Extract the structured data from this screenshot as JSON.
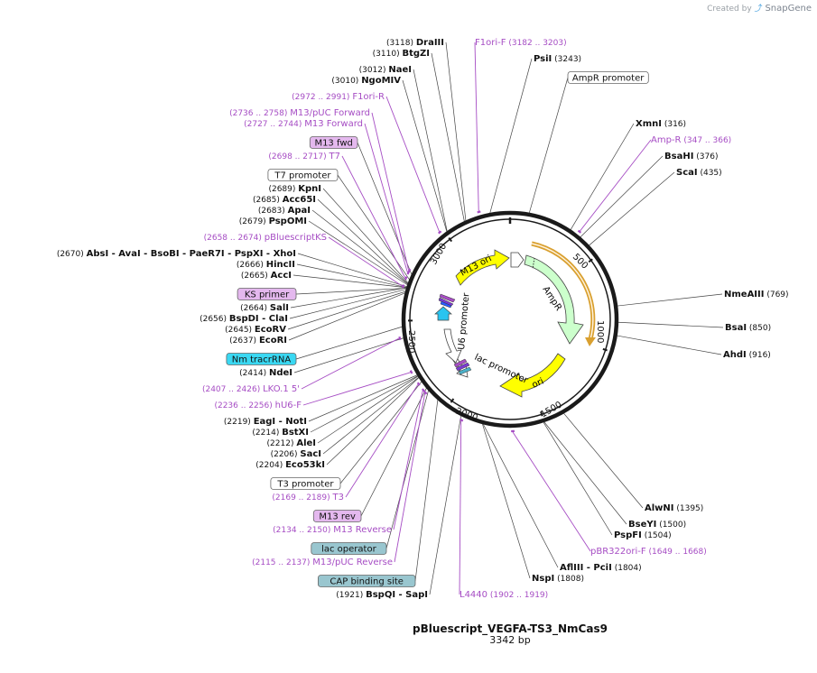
{
  "credit": {
    "prefix": "Created by",
    "brand": "SnapGene"
  },
  "plasmid": {
    "name": "pBluescript_VEGFA-TS3_NmCas9",
    "length": "3342 bp"
  },
  "ticks": [
    "500",
    "1000",
    "1500",
    "2000",
    "2500",
    "3000"
  ],
  "sites": [
    {
      "name": "DraIII",
      "pos": "(3118)"
    },
    {
      "name": "BtgZI",
      "pos": "(3110)"
    },
    {
      "name": "NaeI",
      "pos": "(3012)"
    },
    {
      "name": "NgoMIV",
      "pos": "(3010)"
    },
    {
      "name": "KpnI",
      "pos": "(2689)"
    },
    {
      "name": "Acc65I",
      "pos": "(2685)"
    },
    {
      "name": "ApaI",
      "pos": "(2683)"
    },
    {
      "name": "PspOMI",
      "pos": "(2679)"
    },
    {
      "name": "AbsI - AvaI - BsoBI - PaeR7I - PspXI - XhoI",
      "pos": "(2670)"
    },
    {
      "name": "HincII",
      "pos": "(2666)"
    },
    {
      "name": "AccI",
      "pos": "(2665)"
    },
    {
      "name": "SalI",
      "pos": "(2664)"
    },
    {
      "name": "BspDI - ClaI",
      "pos": "(2656)"
    },
    {
      "name": "EcoRV",
      "pos": "(2645)"
    },
    {
      "name": "EcoRI",
      "pos": "(2637)"
    },
    {
      "name": "NdeI",
      "pos": "(2414)"
    },
    {
      "name": "EagI - NotI",
      "pos": "(2219)"
    },
    {
      "name": "BstXI",
      "pos": "(2214)"
    },
    {
      "name": "AleI",
      "pos": "(2212)"
    },
    {
      "name": "SacI",
      "pos": "(2206)"
    },
    {
      "name": "Eco53kI",
      "pos": "(2204)"
    },
    {
      "name": "BspQI - SapI",
      "pos": "(1921)"
    },
    {
      "name": "PsiI",
      "pos": "(3243)"
    },
    {
      "name": "XmnI",
      "pos": "(316)"
    },
    {
      "name": "BsaHI",
      "pos": "(376)"
    },
    {
      "name": "ScaI",
      "pos": "(435)"
    },
    {
      "name": "NmeAIII",
      "pos": "(769)"
    },
    {
      "name": "BsaI",
      "pos": "(850)"
    },
    {
      "name": "AhdI",
      "pos": "(916)"
    },
    {
      "name": "AlwNI",
      "pos": "(1395)"
    },
    {
      "name": "BseYI",
      "pos": "(1500)"
    },
    {
      "name": "PspFI",
      "pos": "(1504)"
    },
    {
      "name": "AflIII - PciI",
      "pos": "(1804)"
    },
    {
      "name": "NspI",
      "pos": "(1808)"
    }
  ],
  "primers": [
    {
      "name": "F1ori-F",
      "pos": "(3182 .. 3203)"
    },
    {
      "name": "F1ori-R",
      "pos": "(2972 .. 2991)"
    },
    {
      "name": "M13/pUC Forward",
      "pos": "(2736 .. 2758)"
    },
    {
      "name": "M13 Forward",
      "pos": "(2727 .. 2744)"
    },
    {
      "name": "T7",
      "pos": "(2698 .. 2717)"
    },
    {
      "name": "pBluescriptKS",
      "pos": "(2658 .. 2674)"
    },
    {
      "name": "LKO.1 5'",
      "pos": "(2407 .. 2426)"
    },
    {
      "name": "hU6-F",
      "pos": "(2236 .. 2256)"
    },
    {
      "name": "T3",
      "pos": "(2169 .. 2189)"
    },
    {
      "name": "M13 Reverse",
      "pos": "(2134 .. 2150)"
    },
    {
      "name": "M13/pUC Reverse",
      "pos": "(2115 .. 2137)"
    },
    {
      "name": "L4440",
      "pos": "(1902 .. 1919)"
    },
    {
      "name": "Amp-R",
      "pos": "(347 .. 366)"
    },
    {
      "name": "pBR322ori-F",
      "pos": "(1649 .. 1668)"
    }
  ],
  "boxes": [
    {
      "name": "AmpR promoter",
      "color": "#ffffff"
    },
    {
      "name": "M13 fwd",
      "color": "#e4b8ee"
    },
    {
      "name": "T7 promoter",
      "color": "#ffffff"
    },
    {
      "name": "KS primer",
      "color": "#e4b8ee"
    },
    {
      "name": "Nm tracrRNA",
      "color": "#3ad8f2"
    },
    {
      "name": "T3 promoter",
      "color": "#ffffff"
    },
    {
      "name": "M13 rev",
      "color": "#e4b8ee"
    },
    {
      "name": "lac operator",
      "color": "#99c6cf"
    },
    {
      "name": "CAP binding site",
      "color": "#99c6cf"
    }
  ],
  "features": [
    {
      "name": "M13 ori",
      "color": "#ffff00"
    },
    {
      "name": "AmpR",
      "color": "#ccffcc"
    },
    {
      "name": "ori",
      "color": "#ffff00"
    },
    {
      "name": "lac promoter",
      "color": "#ffffff"
    },
    {
      "name": "U6 promoter",
      "color": "#ffffff"
    }
  ]
}
